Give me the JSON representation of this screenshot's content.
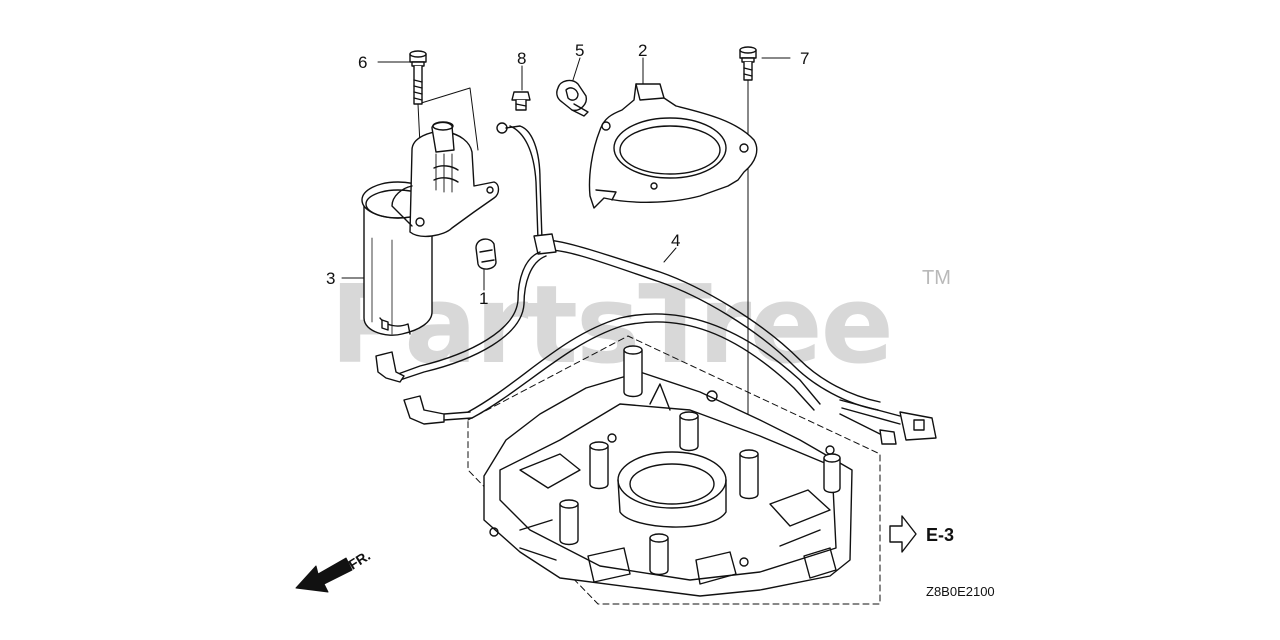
{
  "diagram": {
    "callouts": [
      {
        "id": "c1",
        "label": "1"
      },
      {
        "id": "c2",
        "label": "2"
      },
      {
        "id": "c3",
        "label": "3"
      },
      {
        "id": "c4",
        "label": "4"
      },
      {
        "id": "c5",
        "label": "5"
      },
      {
        "id": "c6",
        "label": "6"
      },
      {
        "id": "c7",
        "label": "7"
      },
      {
        "id": "c8",
        "label": "8"
      }
    ],
    "page_reference": "E-3",
    "front_marker": "FR.",
    "drawing_code": "Z8B0E2100",
    "watermark": {
      "text": "PartsTree",
      "trademark": "TM"
    },
    "icons": {
      "front": "front-direction-arrow-icon",
      "reference": "outline-arrow-right-icon"
    }
  }
}
